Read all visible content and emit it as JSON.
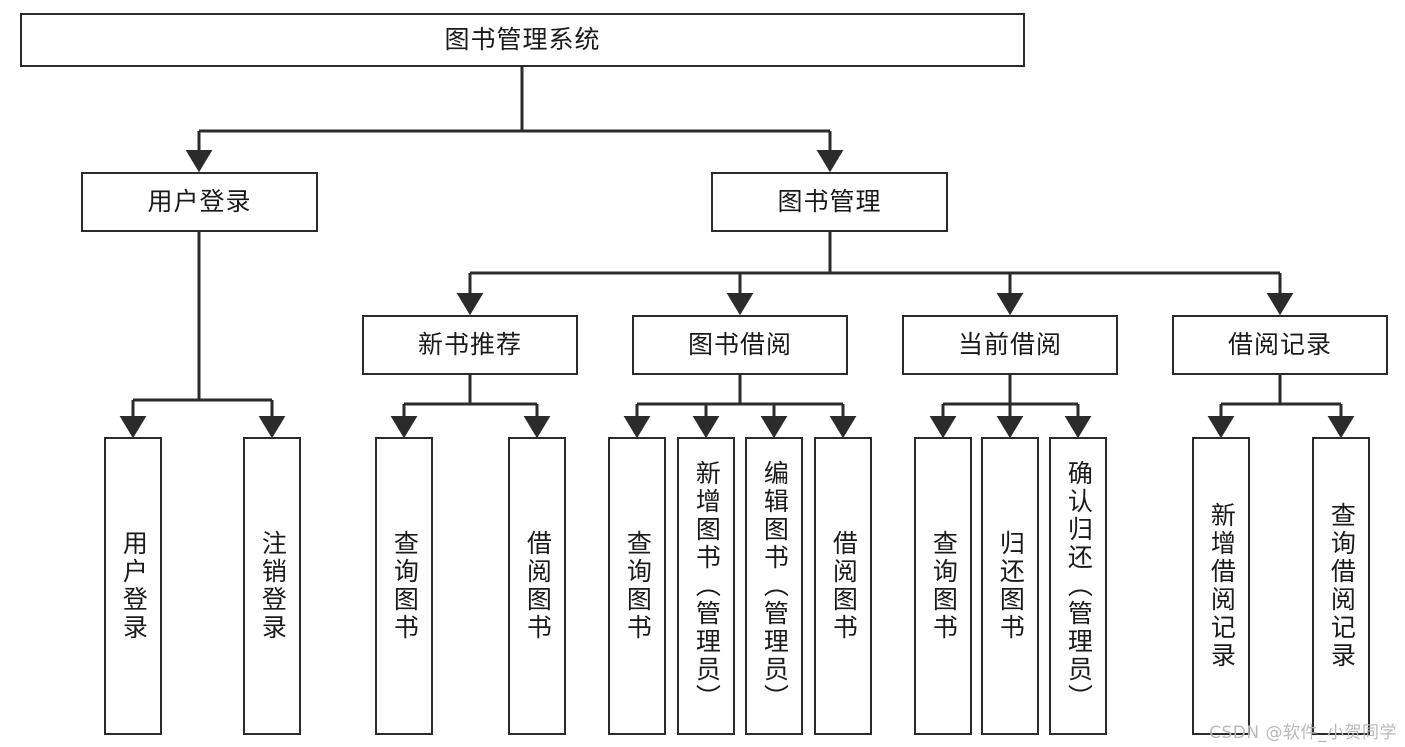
{
  "diagram": {
    "title": "图书管理系统",
    "type": "tree",
    "watermark": "CSDN @软件_小贺同学",
    "colors": {
      "box_border": "#2b2b2b",
      "box_fill": "#ffffff",
      "edge": "#2b2b2b",
      "text": "#1a1a1a",
      "watermark": "#b9b9b9",
      "background": "#ffffff"
    },
    "nodes": {
      "root": {
        "label": "图书管理系统"
      },
      "level1": [
        {
          "id": "user_login",
          "label": "用户登录"
        },
        {
          "id": "book_manage",
          "label": "图书管理"
        }
      ],
      "level2": [
        {
          "id": "new_book_rec",
          "label": "新书推荐"
        },
        {
          "id": "book_borrow",
          "label": "图书借阅"
        },
        {
          "id": "current_borrow",
          "label": "当前借阅"
        },
        {
          "id": "borrow_record",
          "label": "借阅记录"
        }
      ],
      "leaves": [
        {
          "id": "leaf_user_login",
          "label": "用户登录",
          "parent": "用户登录"
        },
        {
          "id": "leaf_user_logout",
          "label": "注销登录",
          "parent": "用户登录"
        },
        {
          "id": "leaf_query_book_1",
          "label": "查询图书",
          "parent": "新书推荐"
        },
        {
          "id": "leaf_borrow_book_1",
          "label": "借阅图书",
          "parent": "新书推荐"
        },
        {
          "id": "leaf_query_book_2",
          "label": "查询图书",
          "parent": "图书借阅"
        },
        {
          "id": "leaf_add_book",
          "label": "新增图书（管理员）",
          "parent": "图书借阅"
        },
        {
          "id": "leaf_edit_book",
          "label": "编辑图书（管理员）",
          "parent": "图书借阅"
        },
        {
          "id": "leaf_borrow_book_2",
          "label": "借阅图书",
          "parent": "图书借阅"
        },
        {
          "id": "leaf_query_book_3",
          "label": "查询图书",
          "parent": "当前借阅"
        },
        {
          "id": "leaf_return_book",
          "label": "归还图书",
          "parent": "当前借阅"
        },
        {
          "id": "leaf_confirm_return",
          "label": "确认归还（管理员）",
          "parent": "当前借阅"
        },
        {
          "id": "leaf_add_record",
          "label": "新增借阅记录",
          "parent": "借阅记录"
        },
        {
          "id": "leaf_query_record",
          "label": "查询借阅记录",
          "parent": "借阅记录"
        }
      ]
    }
  }
}
